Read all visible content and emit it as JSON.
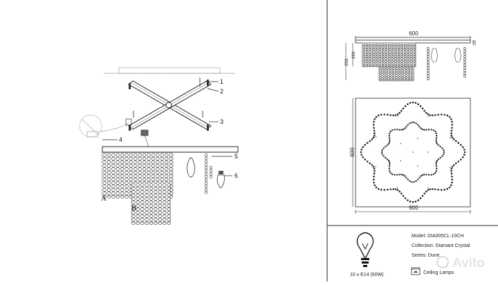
{
  "assembly": {
    "callouts": [
      "1",
      "2",
      "3",
      "4",
      "5",
      "6"
    ],
    "parts": [
      "A",
      "B"
    ]
  },
  "side_view": {
    "width": "600",
    "height_total": "250",
    "height_upper": "190",
    "top_gap": "20"
  },
  "top_view": {
    "width": "600",
    "depth": "600"
  },
  "info_box": {
    "model": "Model: DIA005CL-10CH",
    "collection": "Collection: Diamant Crystal",
    "series": "Series: Dune",
    "bulbs": "10 x E14 (60W)",
    "category": "Ceiling Lamps"
  },
  "watermark": {
    "text": "Avito"
  }
}
